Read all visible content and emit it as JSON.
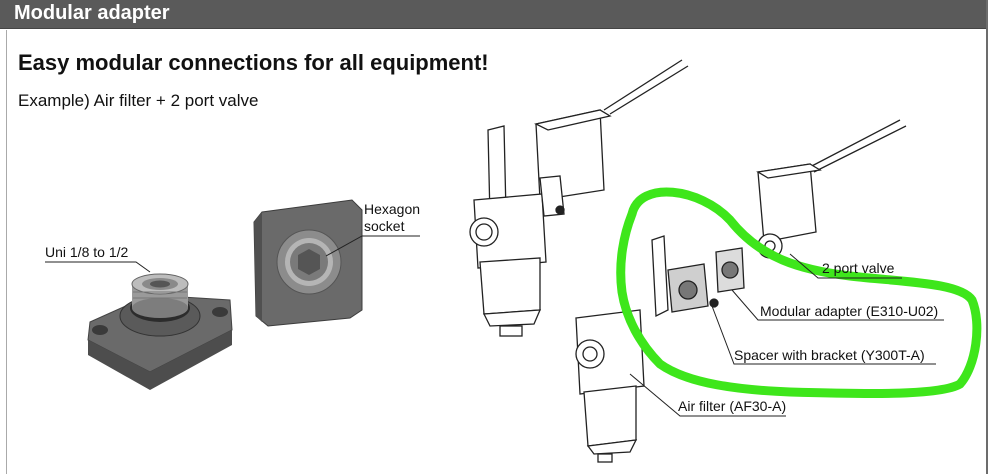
{
  "section": {
    "title": "Modular adapter"
  },
  "headline": "Easy modular connections for all equipment!",
  "example": "Example) Air filter + 2 port valve",
  "labels": {
    "uni": "Uni 1/8 to 1/2",
    "hexagon_line1": "Hexagon",
    "hexagon_line2": "socket",
    "two_port_valve": "2 port valve",
    "modular_adapter": "Modular adapter (E310-U02)",
    "spacer_bracket": "Spacer with bracket (Y300T-A)",
    "air_filter": "Air filter (AF30-A)"
  },
  "colors": {
    "header_bg": "#5a5a5a",
    "highlight": "#3ee61b",
    "part_grey": "#6e6e6e",
    "outline": "#222222"
  }
}
